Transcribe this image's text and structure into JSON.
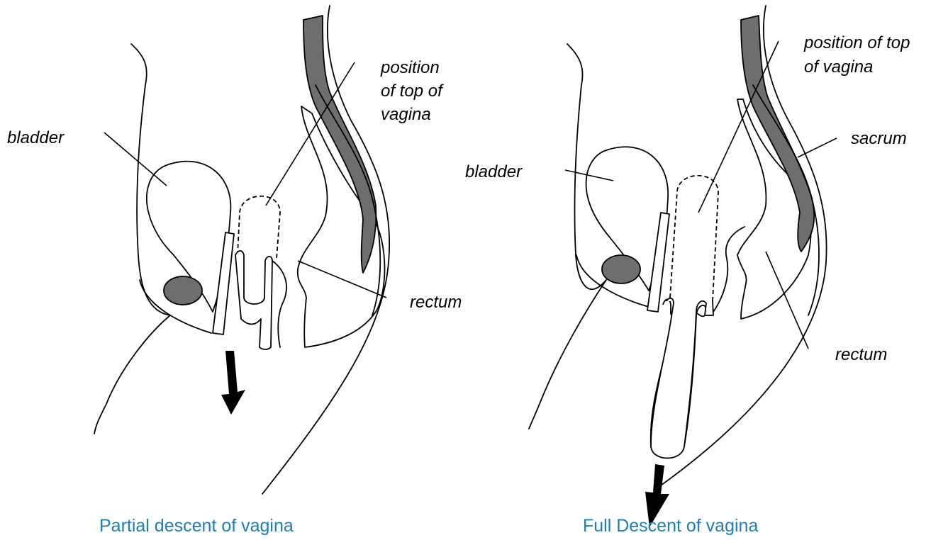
{
  "colors": {
    "caption": "#1e7fb0",
    "bone": "#6e6e6e",
    "line": "#000000"
  },
  "left_panel": {
    "caption": "Partial descent of vagina",
    "labels": {
      "bladder": "bladder",
      "top_line1": "position",
      "top_line2": "of top of",
      "top_line3": "vagina",
      "rectum": "rectum"
    }
  },
  "right_panel": {
    "caption": "Full Descent of vagina",
    "labels": {
      "top_line1": "position of top",
      "top_line2": "of vagina",
      "sacrum": "sacrum",
      "bladder": "bladder",
      "rectum": "rectum"
    }
  }
}
